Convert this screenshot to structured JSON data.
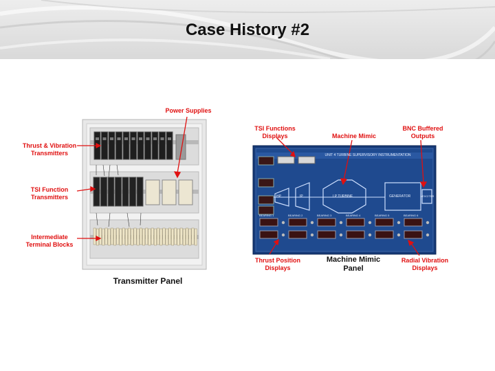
{
  "slide": {
    "title": "Case History #2"
  },
  "transmitter_panel": {
    "caption": "Transmitter Panel",
    "callouts": {
      "power_supplies": "Power Supplies",
      "thrust_vibration_1": "Thrust & Vibration",
      "thrust_vibration_2": "Transmitters",
      "tsi_function_1": "TSI Function",
      "tsi_function_2": "Transmitters",
      "terminal_1": "Intermediate",
      "terminal_2": "Terminal Blocks"
    }
  },
  "mimic_panel": {
    "caption_1": "Machine Mimic",
    "caption_2": "Panel",
    "callouts": {
      "tsi_displays_1": "TSI Functions",
      "tsi_displays_2": "Displays",
      "machine_mimic": "Machine Mimic",
      "bnc_1": "BNC Buffered",
      "bnc_2": "Outputs",
      "thrust_pos_1": "Thrust Position",
      "thrust_pos_2": "Displays",
      "radial_1": "Radial Vibration",
      "radial_2": "Displays"
    },
    "panel_header": "UNIT 4 TURBINE SUPERVISORY INSTRUMENTATION",
    "stages": {
      "hp": "HP",
      "ip": "IP",
      "lp": "LP TURBINE",
      "gen": "GENERATOR",
      "exciter": "EXCITER"
    },
    "bearing_labels": [
      "BEARING 1",
      "BEARING 2",
      "BEARING 3",
      "BEARING 4",
      "BEARING 5",
      "BEARING 6"
    ]
  },
  "colors": {
    "callout": "#e01010",
    "panel": "#1c3f7e",
    "cabinet": "#e6e6e6"
  }
}
